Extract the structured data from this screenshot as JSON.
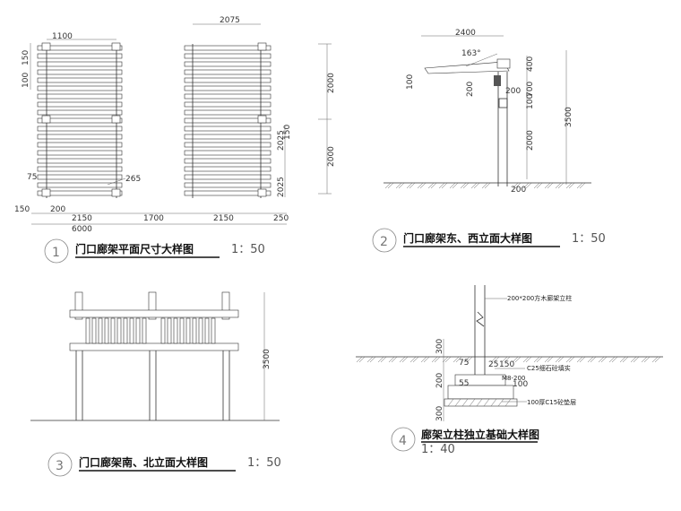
{
  "drawings": [
    {
      "number": "1",
      "title": "门口廊架平面尺寸大样图",
      "scale": "1：50",
      "dims": {
        "top_left": "1100",
        "top_right": "2075",
        "left_a": "150",
        "left_b": "100",
        "left_c": "75",
        "right_total_a": "2000",
        "right_total_b": "2000",
        "right_mid": "2025",
        "right_mid_b": "150",
        "right_bot": "2025",
        "slat": "265",
        "bot_left_a": "150",
        "bot_left_b": "200",
        "bot_seg_1": "2150",
        "bot_seg_2": "1700",
        "bot_seg_3": "2150",
        "bot_seg_4": "250",
        "bot_total": "6000"
      }
    },
    {
      "number": "2",
      "title": "门口廊架东、西立面大样图",
      "scale": "1：50",
      "dims": {
        "top": "2400",
        "angle": "163°",
        "left": "100",
        "beam_a": "200",
        "beam_b": "200",
        "right_a": "400",
        "right_b": "700",
        "right_c": "100",
        "right_d": "2000",
        "total": "3500",
        "base": "200"
      }
    },
    {
      "number": "3",
      "title": "门口廊架南、北立面大样图",
      "scale": "1：50",
      "dims": {
        "height": "3500"
      }
    },
    {
      "number": "4",
      "title": "廊架立柱独立基础大样图",
      "scale": "1：40",
      "dims": {
        "depth_a": "300",
        "depth_b": "200",
        "depth_c": "300",
        "w_a": "75",
        "w_b": "25",
        "w_c": "150",
        "w_d": "55",
        "w_e": "100"
      },
      "notes": {
        "column": "200*200方木廊架立柱",
        "grout": "C25细石砼填实",
        "bolt": "M8-200",
        "cushion": "100厚C15砼垫层"
      }
    }
  ]
}
